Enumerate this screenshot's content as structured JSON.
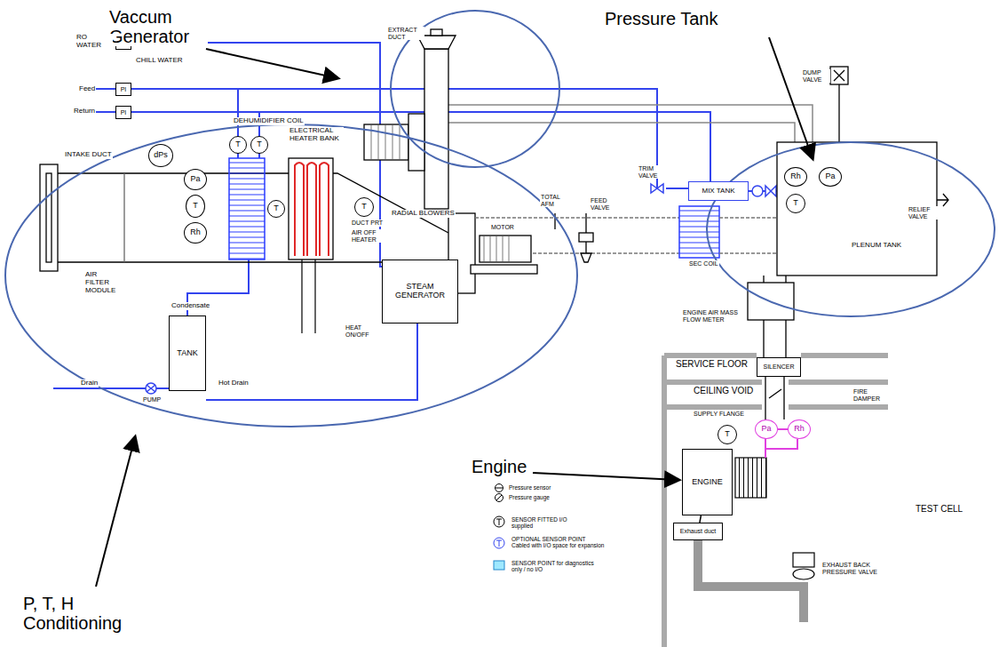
{
  "diagram": {
    "nodes": [
      {
        "text": [
          "PI"
        ]
      },
      {
        "text": [
          "PI"
        ]
      },
      {
        "text": [
          "PI"
        ]
      },
      {
        "text": [
          "dPs"
        ]
      },
      {
        "text": [
          "Pa"
        ]
      },
      {
        "text": [
          "T"
        ]
      },
      {
        "text": [
          "Rh"
        ]
      },
      {
        "text": [
          "T"
        ]
      },
      {
        "text": [
          "T"
        ]
      },
      {
        "text": [
          "T"
        ]
      },
      {
        "text": [
          "T"
        ]
      },
      {
        "text": [
          "STEAM GENERATOR"
        ]
      },
      {
        "text": [
          "TANK"
        ]
      },
      {
        "text": [
          "MIX TANK"
        ]
      },
      {
        "text": [
          "Rh"
        ]
      },
      {
        "text": [
          "Pa"
        ]
      },
      {
        "text": [
          "T"
        ]
      },
      {
        "text": [
          "SILENCER"
        ]
      },
      {
        "text": [
          "ENGINE"
        ]
      },
      {
        "text": [
          "T"
        ]
      },
      {
        "text": [
          "Pa"
        ]
      },
      {
        "text": [
          "Rh"
        ]
      },
      {
        "text": [
          "Exhaust duct"
        ]
      }
    ],
    "edges": [
      {
        "from": 20,
        "to": 21,
        "arrow": "none"
      },
      {
        "from": 18,
        "to": 22,
        "arrow": "none"
      }
    ],
    "labels": [
      "Vaccum Generator",
      "Pressure Tank",
      "Engine",
      "P, T, H Conditioning",
      "EXTRACT DUCT",
      "RO WATER",
      "CHILL WATER",
      "Feed",
      "Return",
      "DEHUMIDIFIER COIL",
      "ELECTRICAL HEATER BANK",
      "RADIAL BLOWERS",
      "INTAKE DUCT",
      "DUCT PRT",
      "AIR OFF HEATER",
      "MOTOR",
      "AIR FILTER MODULE",
      "Condensate",
      "Drain",
      "PUMP",
      "Hot Drain",
      "HEAT ON/OFF",
      "TOTAL AFM",
      "FEED VALVE",
      "TRIM VALVE",
      "DUMP VALVE",
      "RELIEF VALVE",
      "PLENUM TANK",
      "SEC COIL",
      "ENGINE AIR MASS FLOW METER",
      "SERVICE FLOOR",
      "CEILING VOID",
      "SUPPLY FLANGE",
      "FIRE DAMPER",
      "EXHAUST BACK PRESSURE VALVE",
      "TEST CELL"
    ],
    "legend": [
      {
        "text": "Pressure sensor"
      },
      {
        "text": "Pressure gauge"
      },
      {
        "text": "SENSOR FITTED I/O supplied"
      },
      {
        "text": "OPTIONAL SENSOR POINT Cabled with I/O space for expansion"
      },
      {
        "text": "SENSOR POINT for diagnostics only / no I/O"
      }
    ]
  }
}
